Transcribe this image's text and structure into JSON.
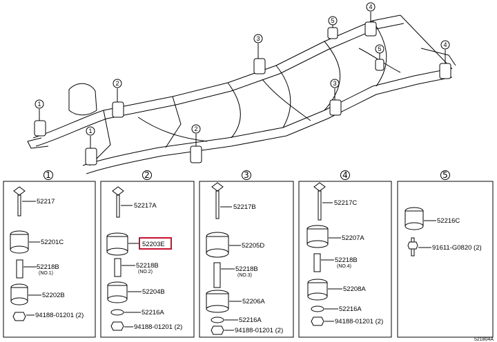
{
  "frame_callouts": [
    "1",
    "2",
    "3",
    "4",
    "5"
  ],
  "panels": [
    {
      "number": "1",
      "parts": [
        {
          "label": "52217",
          "sub": ""
        },
        {
          "label": "52201C",
          "sub": ""
        },
        {
          "label": "52218B",
          "sub": "(NO.1)"
        },
        {
          "label": "52202B",
          "sub": ""
        },
        {
          "label": "94188-01201 (2)",
          "sub": ""
        }
      ]
    },
    {
      "number": "2",
      "parts": [
        {
          "label": "52217A",
          "sub": ""
        },
        {
          "label": "52203E",
          "sub": "",
          "highlight": true
        },
        {
          "label": "52218B",
          "sub": "(NO.2)"
        },
        {
          "label": "52204B",
          "sub": ""
        },
        {
          "label": "52216A",
          "sub": ""
        },
        {
          "label": "94188-01201 (2)",
          "sub": ""
        }
      ]
    },
    {
      "number": "3",
      "parts": [
        {
          "label": "52217B",
          "sub": ""
        },
        {
          "label": "52205D",
          "sub": ""
        },
        {
          "label": "52218B",
          "sub": "(NO.3)"
        },
        {
          "label": "52206A",
          "sub": ""
        },
        {
          "label": "52216A",
          "sub": ""
        },
        {
          "label": "94188-01201 (2)",
          "sub": ""
        }
      ]
    },
    {
      "number": "4",
      "parts": [
        {
          "label": "52217C",
          "sub": ""
        },
        {
          "label": "52207A",
          "sub": ""
        },
        {
          "label": "52218B",
          "sub": "(NO.4)"
        },
        {
          "label": "52208A",
          "sub": ""
        },
        {
          "label": "52216A",
          "sub": ""
        },
        {
          "label": "94188-01201 (2)",
          "sub": ""
        }
      ]
    },
    {
      "number": "5",
      "parts": [
        {
          "label": "52216C",
          "sub": ""
        },
        {
          "label": "91611-G0820 (2)",
          "sub": ""
        }
      ]
    }
  ],
  "diagram_code": "521804A",
  "colors": {
    "line": "#000000",
    "highlight": "#c8102e"
  }
}
